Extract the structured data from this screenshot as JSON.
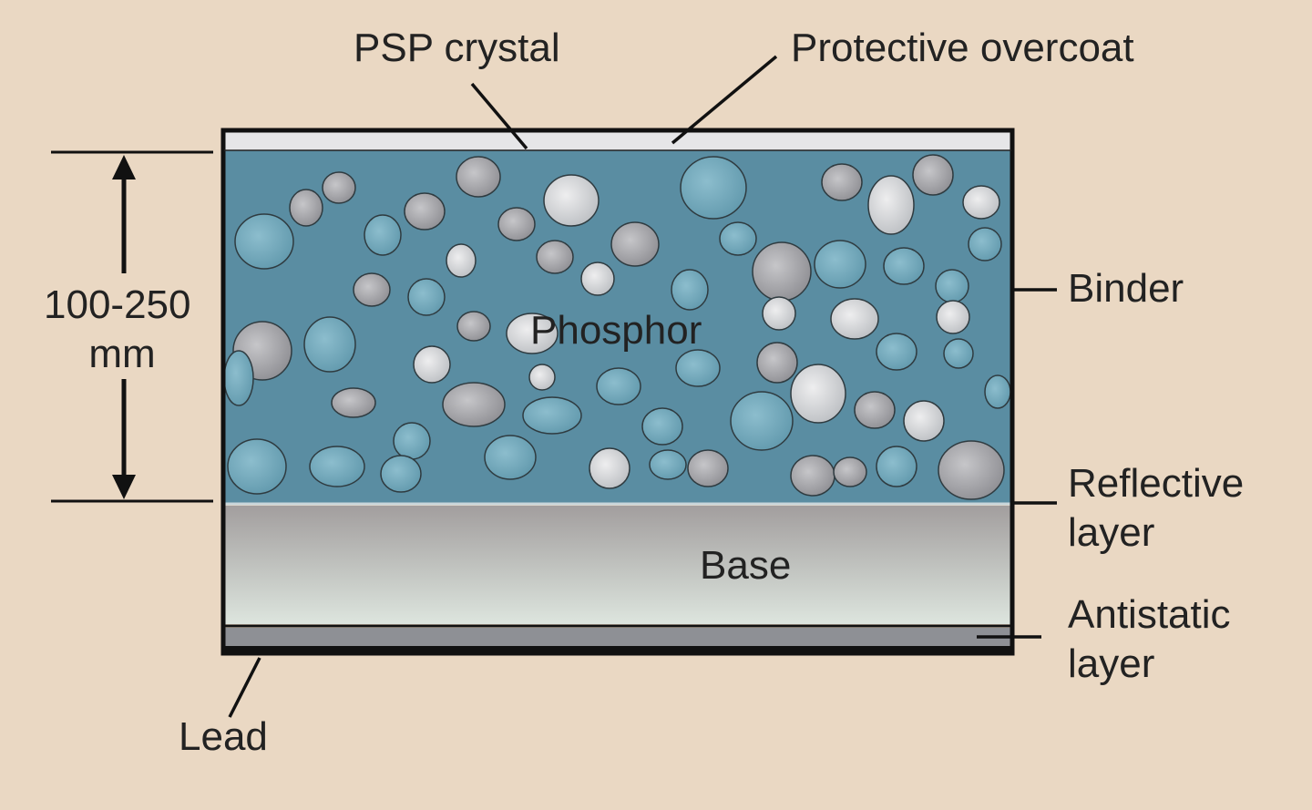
{
  "labels": {
    "psp_crystal": "PSP crystal",
    "protective_overcoat": "Protective overcoat",
    "binder": "Binder",
    "phosphor": "Phosphor",
    "reflective_layer_line1": "Reflective",
    "reflective_layer_line2": "layer",
    "base": "Base",
    "antistatic_layer_line1": "Antistatic",
    "antistatic_layer_line2": "layer",
    "lead": "Lead",
    "thickness_line1": "100-250",
    "thickness_line2": "mm"
  },
  "colors": {
    "background": "#ead8c3",
    "phosphor_layer": "#5b8ea3",
    "crystal_blue": "#6ea3b6",
    "crystal_gray": "#9a9a9e",
    "overcoat": "#e6e6e8",
    "base_top": "#a6a3a3",
    "base_bottom": "#dce3dc",
    "antistatic": "#8d8f94",
    "outline": "#111111"
  }
}
